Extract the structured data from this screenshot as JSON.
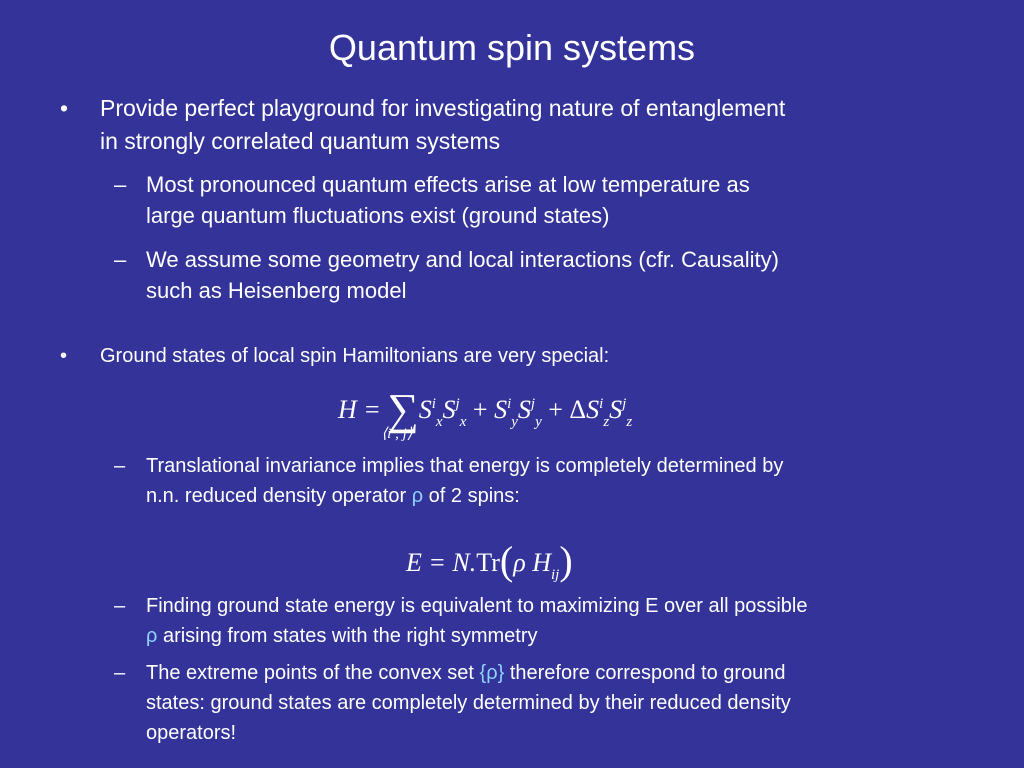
{
  "title": "Quantum spin systems",
  "b1": {
    "mark": "•",
    "line1": "Provide perfect playground for investigating nature of entanglement",
    "line2": "in strongly correlated quantum systems"
  },
  "s1": {
    "mark": "–",
    "line1": "Most pronounced quantum effects arise at low temperature as",
    "line2": "large quantum fluctuations exist (ground states)"
  },
  "s2": {
    "mark": "–",
    "line1": "We assume some geometry and local interactions (cfr. Causality)",
    "line2": "such as Heisenberg model"
  },
  "b2": {
    "mark": "•",
    "line1": "Ground states of local spin Hamiltonians are very special:"
  },
  "eq1": {
    "lhs": "H = ",
    "sum": "∑",
    "sum_sub": "⟨i , j⟩",
    "S": "S",
    "i": "i",
    "j": "j",
    "x": "x",
    "y": "y",
    "z": "z",
    "plus": " + ",
    "delta": "Δ"
  },
  "s3": {
    "mark": "–",
    "line1": "Translational invariance implies that energy is completely determined by",
    "line2_a": "n.n. reduced density operator ",
    "rho": "ρ",
    "line2_b": " of 2 spins:"
  },
  "eq2": {
    "lhs": "E = N.",
    "tr": "Tr",
    "lp": "(",
    "rho": "ρ",
    "H": " H",
    "sub": "ij",
    "rp": ")"
  },
  "s4": {
    "mark": "–",
    "line1": "Finding ground state energy is equivalent to maximizing E over all possible",
    "rho": "ρ",
    "line2": " arising from states with the right symmetry"
  },
  "s5": {
    "mark": "–",
    "line1_a": "The extreme points of the convex set ",
    "set": "{ρ}",
    "line1_b": " therefore correspond to ground",
    "line2": "states: ground states are completely determined by their reduced density",
    "line3": "operators!"
  }
}
